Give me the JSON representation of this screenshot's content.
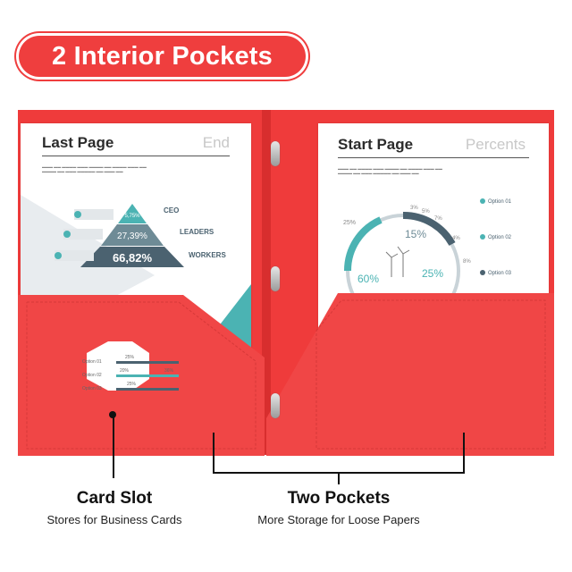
{
  "banner": {
    "text": "2 Interior Pockets"
  },
  "left_doc": {
    "title": "Last Page",
    "tag": "End",
    "pyramid": {
      "tiers": [
        {
          "value": "5,75%",
          "label": "CEO"
        },
        {
          "value": "27,39%",
          "label": "LEADERS"
        },
        {
          "value": "66,82%",
          "label": "WORKERS"
        }
      ]
    }
  },
  "right_doc": {
    "title": "Start Page",
    "tag": "Percents",
    "percents": [
      "3%",
      "5%",
      "7%",
      "4%",
      "8%",
      "25%",
      "15%",
      "25%",
      "60%"
    ],
    "options": [
      "Option 01",
      "Option 02",
      "Option 03"
    ]
  },
  "card": {
    "rows": [
      {
        "label": "Option 01",
        "value": "25%"
      },
      {
        "label": "Option 02",
        "value": "20%",
        "value2": "36%"
      },
      {
        "label": "Option 03",
        "value": "25%"
      }
    ]
  },
  "captions": {
    "card_slot": {
      "title": "Card Slot",
      "subtitle": "Stores for Business Cards"
    },
    "two_pockets": {
      "title": "Two Pockets",
      "subtitle": "More Storage for Loose Papers"
    }
  },
  "colors": {
    "folder": "#ef3b3b",
    "accent_teal": "#4bb3b3",
    "dark_slate": "#4b6270"
  }
}
